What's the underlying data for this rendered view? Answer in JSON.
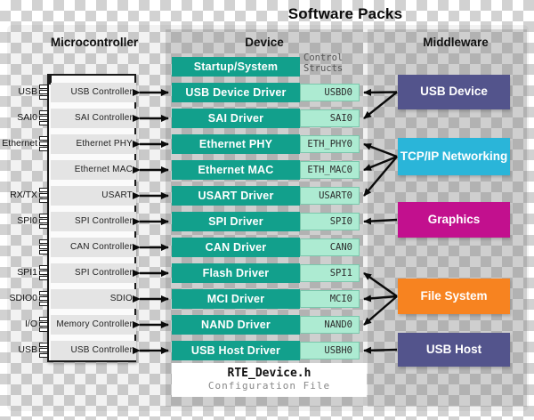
{
  "title": "Software Packs",
  "microcontroller": {
    "header": "Microcontroller",
    "rows": [
      {
        "label": "USB  Controller",
        "pin": "USB",
        "has_pins": true
      },
      {
        "label": "SAI Controller",
        "pin": "SAI0",
        "has_pins": true
      },
      {
        "label": "Ethernet  PHY",
        "pin": "Ethernet",
        "has_pins": true
      },
      {
        "label": "Ethernet  MAC",
        "pin": "",
        "has_pins": false
      },
      {
        "label": "USART",
        "pin": "RX/TX",
        "has_pins": true
      },
      {
        "label": "SPI Controller",
        "pin": "SPI0",
        "has_pins": true
      },
      {
        "label": "CAN Controller",
        "pin": "",
        "has_pins": true
      },
      {
        "label": "SPI Controller",
        "pin": "SPI1",
        "has_pins": true
      },
      {
        "label": "SDIO",
        "pin": "SDIO0",
        "has_pins": true
      },
      {
        "label": "Memory Controller",
        "pin": "I/O",
        "has_pins": true
      },
      {
        "label": "USB  Controller",
        "pin": "USB",
        "has_pins": true
      }
    ]
  },
  "device": {
    "header": "Device",
    "startup_label": "Startup/System",
    "control_structs_label": "Control\nStructs",
    "drivers": [
      {
        "label": "USB Device Driver",
        "struct": "USBD0"
      },
      {
        "label": "SAI Driver",
        "struct": "SAI0"
      },
      {
        "label": "Ethernet PHY",
        "struct": "ETH_PHY0"
      },
      {
        "label": "Ethernet MAC",
        "struct": "ETH_MAC0"
      },
      {
        "label": "USART Driver",
        "struct": "USART0"
      },
      {
        "label": "SPI Driver",
        "struct": "SPI0"
      },
      {
        "label": "CAN Driver",
        "struct": "CAN0"
      },
      {
        "label": "Flash Driver",
        "struct": "SPI1"
      },
      {
        "label": "MCI Driver",
        "struct": "MCI0"
      },
      {
        "label": "NAND Driver",
        "struct": "NAND0"
      },
      {
        "label": "USB Host Driver",
        "struct": "USBH0"
      }
    ],
    "rte": {
      "title": "RTE_Device.h",
      "subtitle": "Configuration File"
    }
  },
  "middleware": {
    "header": "Middleware",
    "boxes": [
      {
        "label": "USB Device",
        "color": "#53548C",
        "connects_to": [
          "USBD0",
          "SAI0"
        ]
      },
      {
        "label": "TCP/IP Networking",
        "color": "#2AB5D9",
        "connects_to": [
          "ETH_PHY0",
          "ETH_MAC0",
          "USART0"
        ]
      },
      {
        "label": "Graphics",
        "color": "#C2108E",
        "connects_to": [
          "SPI0"
        ]
      },
      {
        "label": "File System",
        "color": "#F78320",
        "connects_to": [
          "SPI1",
          "MCI0",
          "NAND0"
        ]
      },
      {
        "label": "USB Host",
        "color": "#53548C",
        "connects_to": [
          "USBH0"
        ]
      }
    ]
  },
  "colors": {
    "driver_teal": "#12A08C",
    "control_mint": "#ADEBD2",
    "arrow_black": "#0A0A0A",
    "checker_gray": "#D2D2D2"
  }
}
